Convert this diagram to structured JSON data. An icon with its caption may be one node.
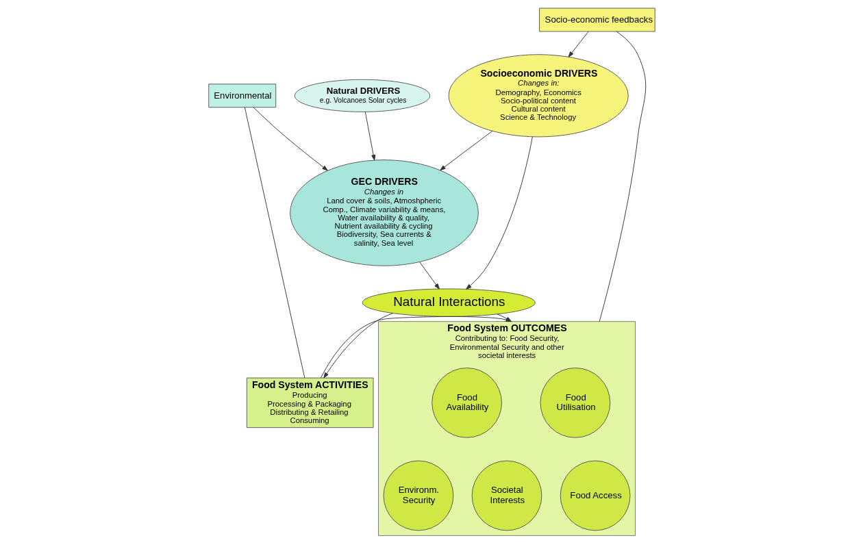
{
  "diagram": {
    "nodes": [
      {
        "text": [
          "Environmental"
        ]
      },
      {
        "text": [
          "GEC DRIVERS",
          "Changes in",
          "Land cover & soils, Atmoshpheric Comp., Climate variability & means, Water availability & quality, Nutrient availability & cycling Biodiversity, Sea currents & salinity, Sea level"
        ]
      },
      {
        "text": [
          "Natural DRIVERS",
          "e.g. Volcanoes Solar cycles"
        ]
      },
      {
        "text": [
          "Food System ACTIVITIES",
          "Producing",
          "Processing & Packaging",
          "Distributing & Retailing",
          "Consuming"
        ]
      },
      {
        "text": [
          "Natural Interactions"
        ]
      },
      {
        "text": [
          "Socioeconomic DRIVERS",
          "Changes in:",
          "Demography, Economics",
          "Socio-political content",
          "Cultural content",
          "Science & Technology"
        ]
      },
      {
        "text": [
          "Food System OUTCOMES",
          "Contributing to: Food Security, Environmental Security and other societal interests"
        ]
      },
      {
        "text": [
          "Food Utilisation"
        ],
        "in": 6
      },
      {
        "text": [
          "Food Availability"
        ],
        "in": 6
      },
      {
        "text": [
          "Societal Interests"
        ],
        "in": 6
      },
      {
        "text": [
          "Food Access"
        ],
        "in": 6
      },
      {
        "text": [
          "Environm. Security"
        ],
        "in": 6
      },
      {
        "text": [
          "Socio-economic feedbacks"
        ]
      }
    ],
    "edges": [
      {
        "from": 3,
        "to": 0,
        "arrow": "none"
      },
      {
        "from": 0,
        "to": 1,
        "arrow": "to"
      },
      {
        "from": 2,
        "to": 1,
        "arrow": "to"
      },
      {
        "from": 1,
        "to": 4,
        "arrow": "to"
      },
      {
        "from": 5,
        "to": 1,
        "arrow": "to"
      },
      {
        "from": 5,
        "to": 4,
        "arrow": "to"
      },
      {
        "from": 4,
        "to": 3,
        "arrow": "to"
      },
      {
        "from": 4,
        "to": 6,
        "arrow": "to"
      },
      {
        "from": 3,
        "to": 6,
        "arrow": "to"
      },
      {
        "from": 6,
        "to": 12,
        "arrow": "none"
      },
      {
        "from": 12,
        "to": 5,
        "arrow": "to"
      }
    ]
  }
}
